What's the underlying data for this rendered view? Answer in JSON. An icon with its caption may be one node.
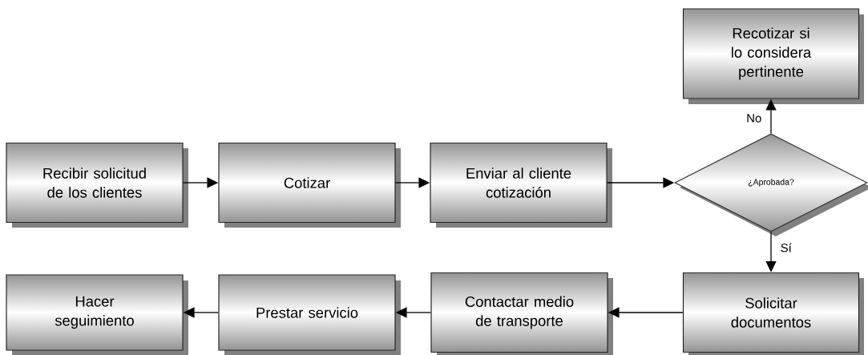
{
  "diagram": {
    "nodes": [
      {
        "text": [
          "Recibir solicitud de los clientes"
        ]
      },
      {
        "text": [
          "Cotizar"
        ]
      },
      {
        "text": [
          "Enviar al cliente cotización"
        ]
      },
      {
        "text": [
          "¿Aprobada?"
        ]
      },
      {
        "text": [
          "Recotizar si lo considera pertinente"
        ]
      },
      {
        "text": [
          "Solicitar documentos"
        ]
      },
      {
        "text": [
          "Contactar medio de transporte"
        ]
      },
      {
        "text": [
          "Prestar servicio"
        ]
      },
      {
        "text": [
          "Hacer seguimiento"
        ]
      }
    ],
    "edges": [
      {
        "from": 0,
        "to": 1,
        "arrow": "to"
      },
      {
        "from": 1,
        "to": 2,
        "arrow": "to"
      },
      {
        "from": 2,
        "to": 3,
        "arrow": "to"
      },
      {
        "from": 3,
        "to": 4,
        "arrow": "to",
        "label": "No"
      },
      {
        "from": 3,
        "to": 5,
        "arrow": "to",
        "label": "Sí"
      },
      {
        "from": 5,
        "to": 6,
        "arrow": "to"
      },
      {
        "from": 6,
        "to": 7,
        "arrow": "to"
      },
      {
        "from": 7,
        "to": 8,
        "arrow": "to"
      }
    ]
  }
}
